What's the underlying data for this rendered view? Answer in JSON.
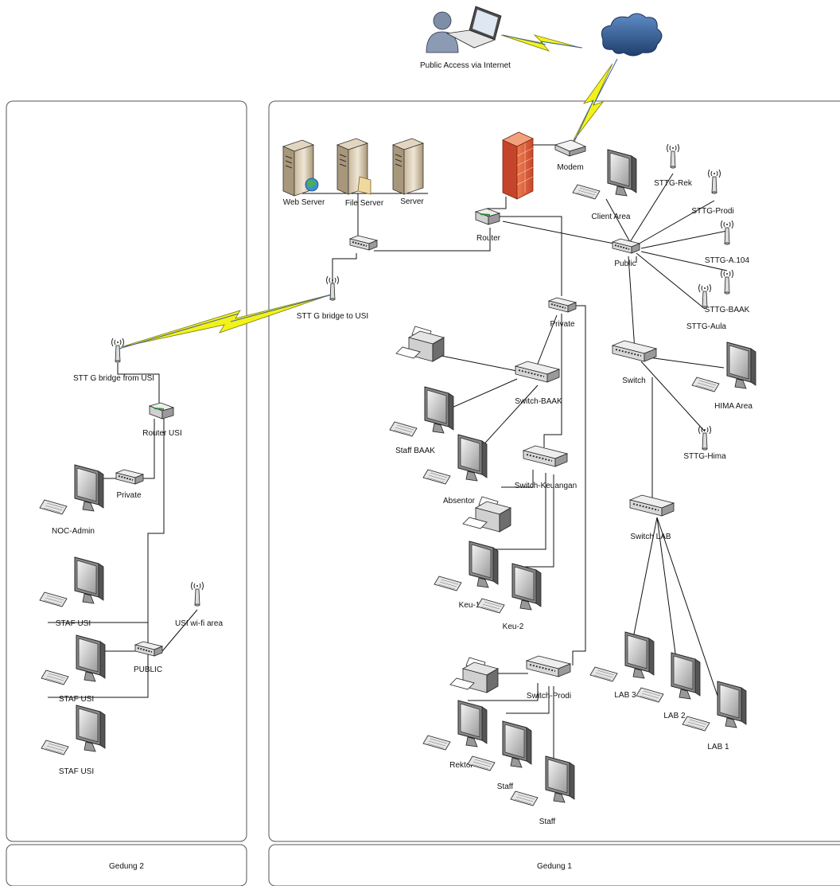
{
  "colors": {
    "wire": "#111111",
    "wireless_bolt_fill": "#f2f21a",
    "wireless_bolt_stroke": "#7a7a10",
    "wireless_line_blue": "#3a5fae",
    "firewall": "#e8643c",
    "cloud": "#2f5d95",
    "panel_border": "#555555"
  },
  "areas": {
    "gedung2": "Gedung 2",
    "gedung1": "Gedung 1"
  },
  "internet": {
    "public_access": "Public Access via Internet"
  },
  "gedung1": {
    "modem": "Modem",
    "web_server": "Web Server",
    "file_server": "File Server",
    "server": "Server",
    "router": "Router",
    "bridge_to_usi": "STT G bridge to USI",
    "private": "Private",
    "public": "Public",
    "client_area": "Client Area",
    "ap_rek": "STTG-Rek",
    "ap_prodi": "STTG-Prodi",
    "ap_a104": "STTG-A.104",
    "ap_baak": "STTG-BAAK",
    "ap_aula": "STTG-Aula",
    "switch": "Switch",
    "hima_area": "HIMA Area",
    "ap_hima": "STTG-Hima",
    "switch_baak": "Switch-BAAK",
    "staff_baak": "Staff BAAK",
    "absentor": "Absentor",
    "switch_keuangan": "Switch-Keuangan",
    "keu1": "Keu-1",
    "keu2": "Keu-2",
    "switch_lab": "Switch LAB",
    "lab3": "LAB 3",
    "lab2": "LAB 2",
    "lab1": "LAB 1",
    "switch_prodi": "Switch-Prodi",
    "rektor": "Rektor",
    "staff1": "Staff",
    "staff2": "Staff"
  },
  "gedung2": {
    "bridge_from_usi": "STT G bridge from USI",
    "router_usi": "Router USI",
    "private": "Private",
    "noc_admin": "NOC-Admin",
    "staf1": "STAF USI",
    "staf2": "STAF USI",
    "staf3": "STAF USI",
    "public": "PUBLIC",
    "usi_wifi": "USI wi-fi area"
  }
}
